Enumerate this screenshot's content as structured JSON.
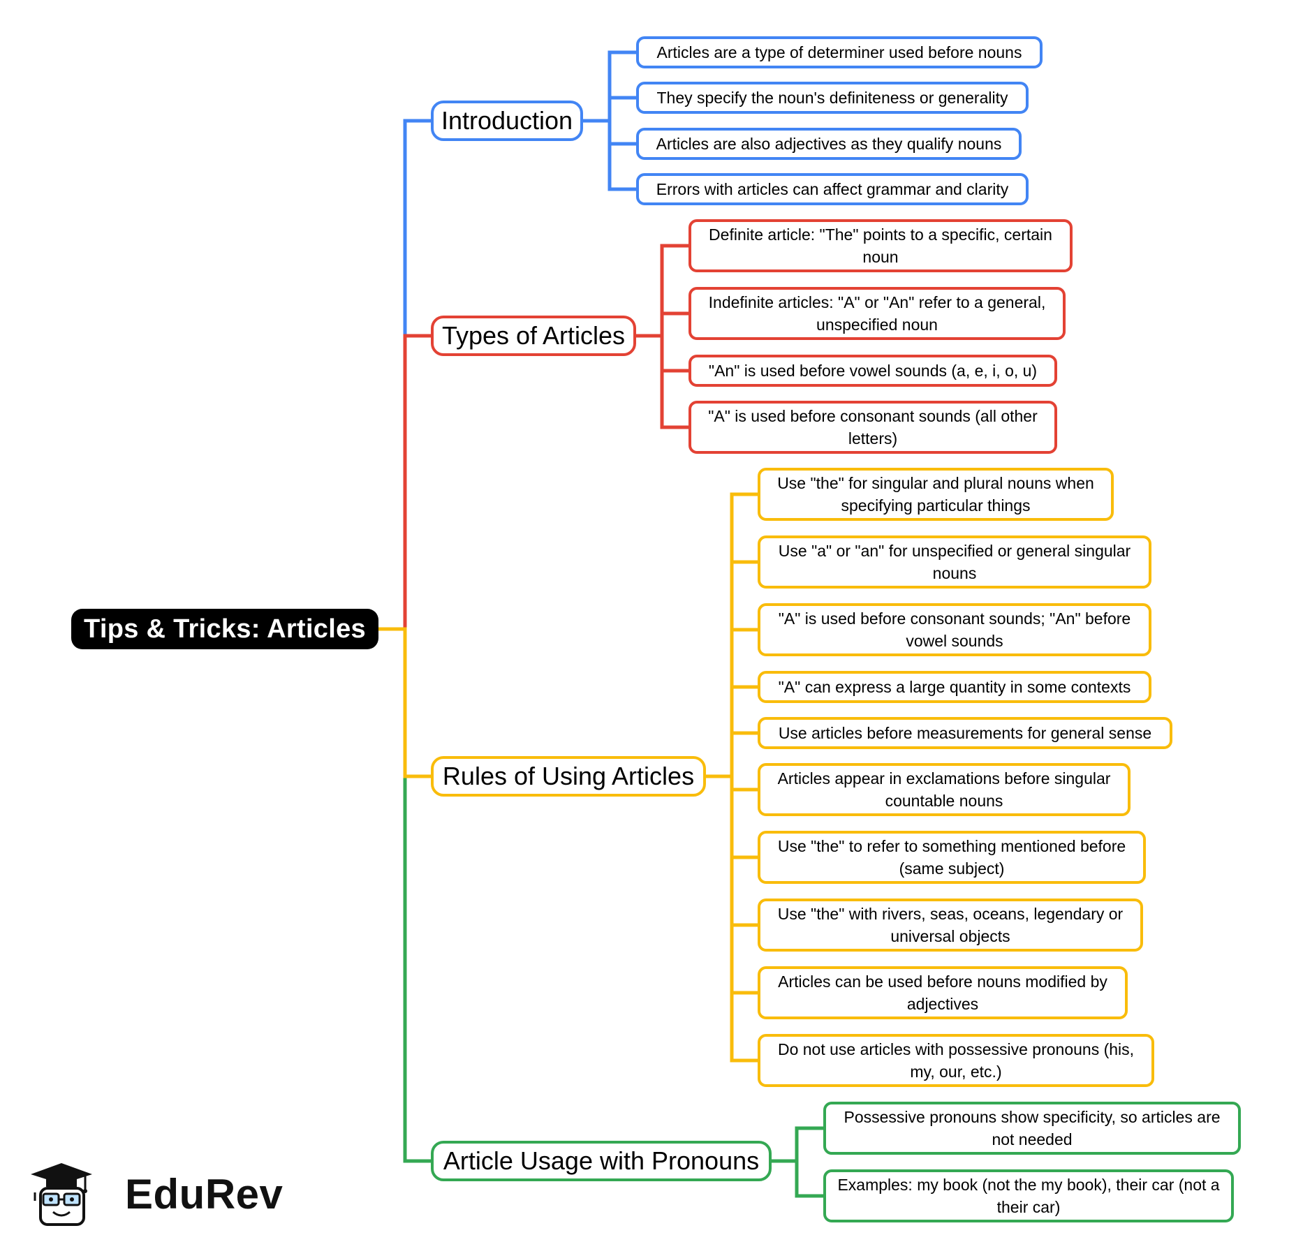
{
  "root": {
    "label": "Tips & Tricks: Articles"
  },
  "colors": {
    "blue": "#4285F4",
    "red": "#E34234",
    "yellow": "#F9BC0B",
    "green": "#34A853",
    "root": "#000000"
  },
  "branches": [
    {
      "label": "Introduction",
      "color": "blue",
      "items": [
        "Articles are a type of determiner used before nouns",
        "They specify the noun's definiteness or generality",
        "Articles are also adjectives as they qualify nouns",
        "Errors with articles can affect grammar and clarity"
      ]
    },
    {
      "label": "Types of Articles",
      "color": "red",
      "items": [
        "Definite article: \"The\" points to a specific, certain noun",
        "Indefinite articles: \"A\" or \"An\" refer to a general, unspecified noun",
        "\"An\" is used before vowel sounds (a, e, i, o, u)",
        "\"A\" is used before consonant sounds (all other letters)"
      ]
    },
    {
      "label": "Rules of Using Articles",
      "color": "yellow",
      "items": [
        "Use \"the\" for singular and plural nouns when specifying particular things",
        "Use \"a\" or \"an\" for unspecified or general singular nouns",
        "\"A\" is used before consonant sounds; \"An\" before vowel sounds",
        "\"A\" can express a large quantity in some contexts",
        "Use articles before measurements for general sense",
        "Articles appear in exclamations before singular countable nouns",
        "Use \"the\" to refer to something mentioned before (same subject)",
        "Use \"the\" with rivers, seas, oceans, legendary or universal objects",
        "Articles can be used before nouns modified by adjectives",
        "Do not use articles with possessive pronouns (his, my, our, etc.)"
      ]
    },
    {
      "label": "Article Usage with Pronouns",
      "color": "green",
      "items": [
        "Possessive pronouns show specificity, so articles are not needed",
        "Examples: my book (not the my book), their car (not a their car)"
      ]
    }
  ],
  "logo": {
    "text": "EduRev"
  }
}
